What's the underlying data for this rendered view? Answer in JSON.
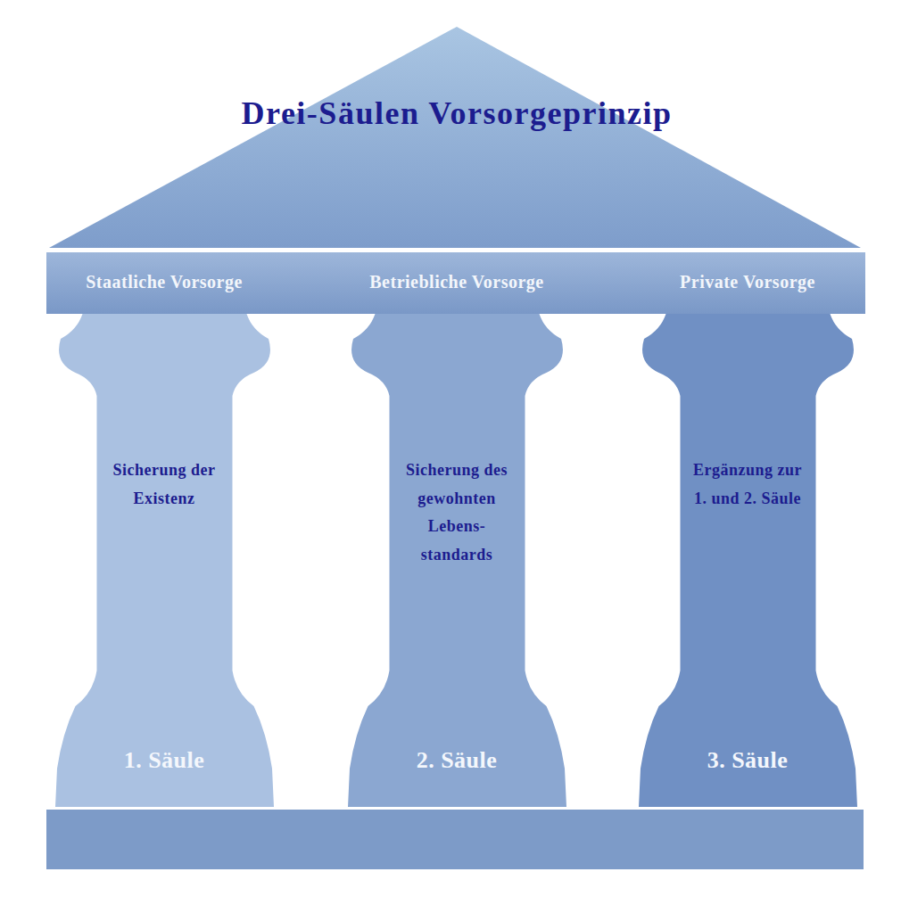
{
  "diagram": {
    "title": "Drei-Säulen Vorsorgeprinzip",
    "nodes": [
      {
        "text": [
          "Staatliche Vorsorge",
          "Sicherung der Existenz",
          "1. Säule"
        ]
      },
      {
        "text": [
          "Betriebliche Vorsorge",
          "Sicherung des gewohnten Lebens- standards",
          "2. Säule"
        ]
      },
      {
        "text": [
          "Private Vorsorge",
          "Ergänzung zur 1. und 2. Säule",
          "3. Säule"
        ]
      }
    ]
  }
}
